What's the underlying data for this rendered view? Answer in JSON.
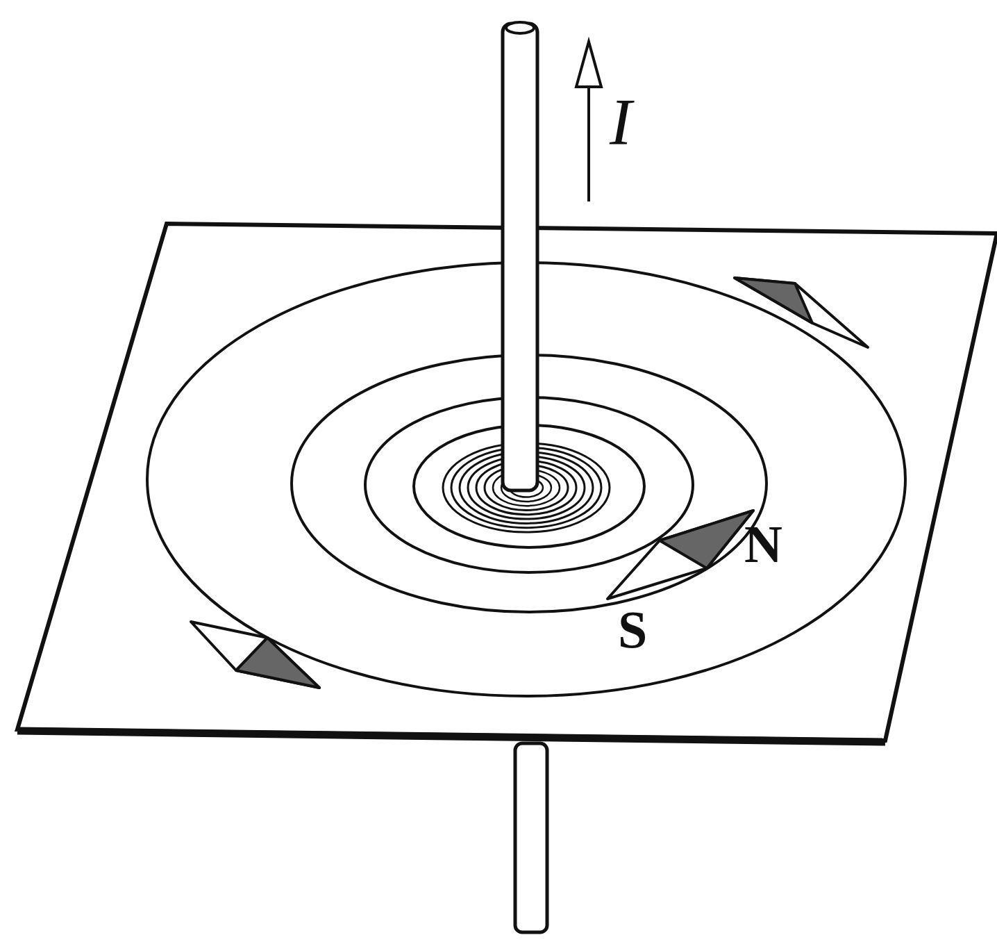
{
  "diagram": {
    "labels": [
      "I",
      "N",
      "S"
    ]
  }
}
